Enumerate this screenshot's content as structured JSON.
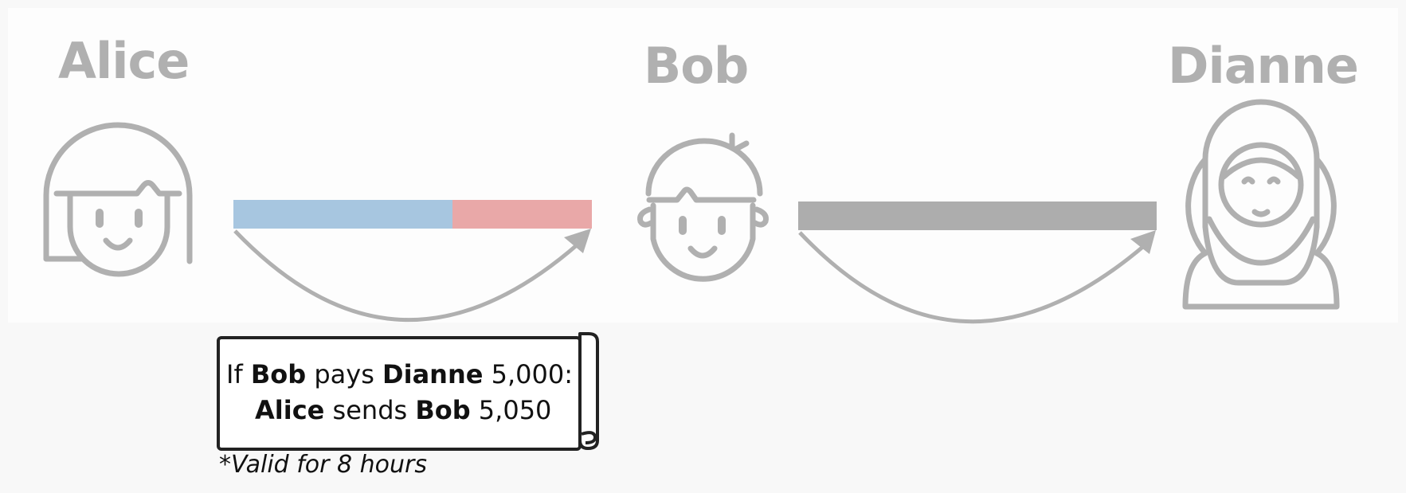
{
  "people": {
    "alice": "Alice",
    "bob": "Bob",
    "dianne": "Dianne"
  },
  "contract": {
    "line1": {
      "prefix": "If ",
      "payer": "Bob",
      "verb": " pays ",
      "payee": "Dianne",
      "amount": " 5,000:"
    },
    "line2": {
      "payer": "Alice",
      "verb": " sends ",
      "payee": "Bob",
      "amount": " 5,050"
    }
  },
  "footnote": "*Valid for 8 hours",
  "colors": {
    "icon_gray": "#b0b0b0",
    "channel_alice_side": "#a7c6e0",
    "channel_bob_side": "#e9a8a8",
    "channel_bob_dianne": "#adadad"
  }
}
